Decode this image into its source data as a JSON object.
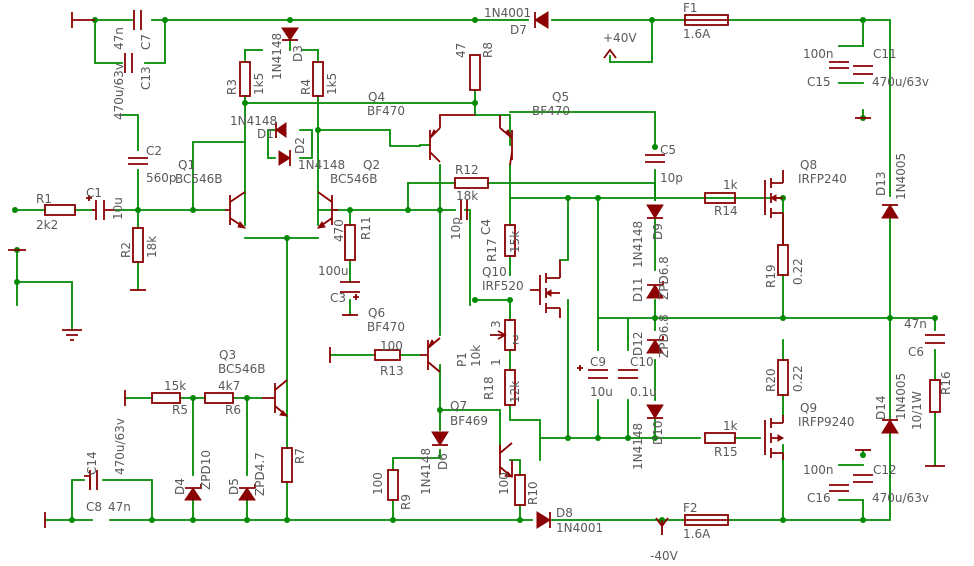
{
  "resistors": [
    {
      "ref": "R1",
      "value": "2k2"
    },
    {
      "ref": "R2",
      "value": "18k"
    },
    {
      "ref": "R3",
      "value": "1k5"
    },
    {
      "ref": "R4",
      "value": "1k5"
    },
    {
      "ref": "R5",
      "value": "15k"
    },
    {
      "ref": "R6",
      "value": "4k7"
    },
    {
      "ref": "R7",
      "value": ""
    },
    {
      "ref": "R8",
      "value": "47"
    },
    {
      "ref": "R9",
      "value": "100"
    },
    {
      "ref": "R10",
      "value": "100"
    },
    {
      "ref": "R11",
      "value": "470"
    },
    {
      "ref": "R12",
      "value": "18k"
    },
    {
      "ref": "R13",
      "value": "100"
    },
    {
      "ref": "R14",
      "value": "1k"
    },
    {
      "ref": "R15",
      "value": "1k"
    },
    {
      "ref": "R16",
      "value": "10/1W"
    },
    {
      "ref": "R17",
      "value": "15k"
    },
    {
      "ref": "R18",
      "value": "12k"
    },
    {
      "ref": "R19",
      "value": "0.22"
    },
    {
      "ref": "R20",
      "value": "0.22"
    }
  ],
  "capacitors": [
    {
      "ref": "C1",
      "value": "10u"
    },
    {
      "ref": "C2",
      "value": "560p"
    },
    {
      "ref": "C3",
      "value": "100u"
    },
    {
      "ref": "C4",
      "value": "10p"
    },
    {
      "ref": "C5",
      "value": "10p"
    },
    {
      "ref": "C6",
      "value": "47n"
    },
    {
      "ref": "C7",
      "value": "47n"
    },
    {
      "ref": "C8",
      "value": "47n"
    },
    {
      "ref": "C9",
      "value": "10u"
    },
    {
      "ref": "C10",
      "value": "0.1u"
    },
    {
      "ref": "C11",
      "value": "470u/63v"
    },
    {
      "ref": "C12",
      "value": "470u/63v"
    },
    {
      "ref": "C13",
      "value": "470u/63v"
    },
    {
      "ref": "C14",
      "value": "470u/63v"
    },
    {
      "ref": "C15",
      "value": "100n"
    },
    {
      "ref": "C16",
      "value": "100n"
    }
  ],
  "transistors": [
    {
      "ref": "Q1",
      "value": "BC546B"
    },
    {
      "ref": "Q2",
      "value": "BC546B"
    },
    {
      "ref": "Q3",
      "value": "BC546B"
    },
    {
      "ref": "Q4",
      "value": "BF470"
    },
    {
      "ref": "Q5",
      "value": "BF470"
    },
    {
      "ref": "Q6",
      "value": "BF470"
    },
    {
      "ref": "Q7",
      "value": "BF469"
    },
    {
      "ref": "Q8",
      "value": "IRFP240"
    },
    {
      "ref": "Q9",
      "value": "IRFP9240"
    },
    {
      "ref": "Q10",
      "value": "IRF520"
    }
  ],
  "diodes": [
    {
      "ref": "D1",
      "value": "1N4148"
    },
    {
      "ref": "D2",
      "value": "1N4148"
    },
    {
      "ref": "D3",
      "value": "1N4148"
    },
    {
      "ref": "D4",
      "value": "ZPD10"
    },
    {
      "ref": "D5",
      "value": "ZPD4.7"
    },
    {
      "ref": "D6",
      "value": "1N4148"
    },
    {
      "ref": "D7",
      "value": "1N4001"
    },
    {
      "ref": "D8",
      "value": "1N4001"
    },
    {
      "ref": "D9",
      "value": "1N4148"
    },
    {
      "ref": "D10",
      "value": "1N4148"
    },
    {
      "ref": "D11",
      "value": "ZPD6.8"
    },
    {
      "ref": "D12",
      "value": "ZPD6.8"
    },
    {
      "ref": "D13",
      "value": "1N4005"
    },
    {
      "ref": "D14",
      "value": "1N4005"
    }
  ],
  "fuses": [
    {
      "ref": "F1",
      "value": "1.6A"
    },
    {
      "ref": "F2",
      "value": "1.6A"
    }
  ],
  "pot": {
    "ref": "P1",
    "value": "10k",
    "pins": [
      "1",
      "2",
      "3"
    ]
  },
  "rails": {
    "positive": "+40V",
    "negative": "-40V"
  },
  "colors": {
    "wire": "#008a00",
    "component": "#8b0000",
    "label": "#5a5a5a",
    "background": "#ffffff"
  }
}
